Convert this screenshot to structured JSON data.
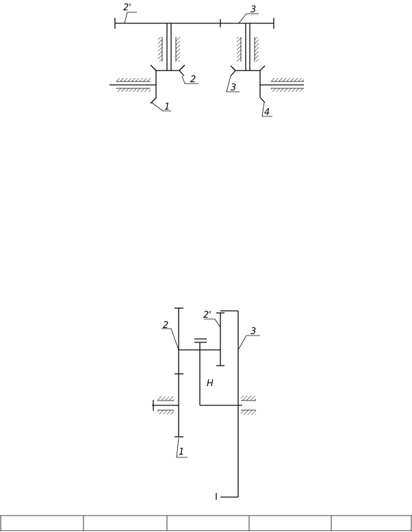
{
  "diagram_top": {
    "labels": {
      "gear_2p": "2'",
      "gear_3": "3",
      "gear_2": "2",
      "gear_3b": "3",
      "gear_1": "1",
      "gear_4": "4"
    }
  },
  "diagram_bottom": {
    "labels": {
      "gear_2": "2",
      "gear_2p": "2'",
      "gear_3": "3",
      "carrier": "H",
      "gear_1": "1"
    }
  },
  "footer_table": {
    "cells": [
      "",
      "",
      "",
      "",
      ""
    ]
  }
}
